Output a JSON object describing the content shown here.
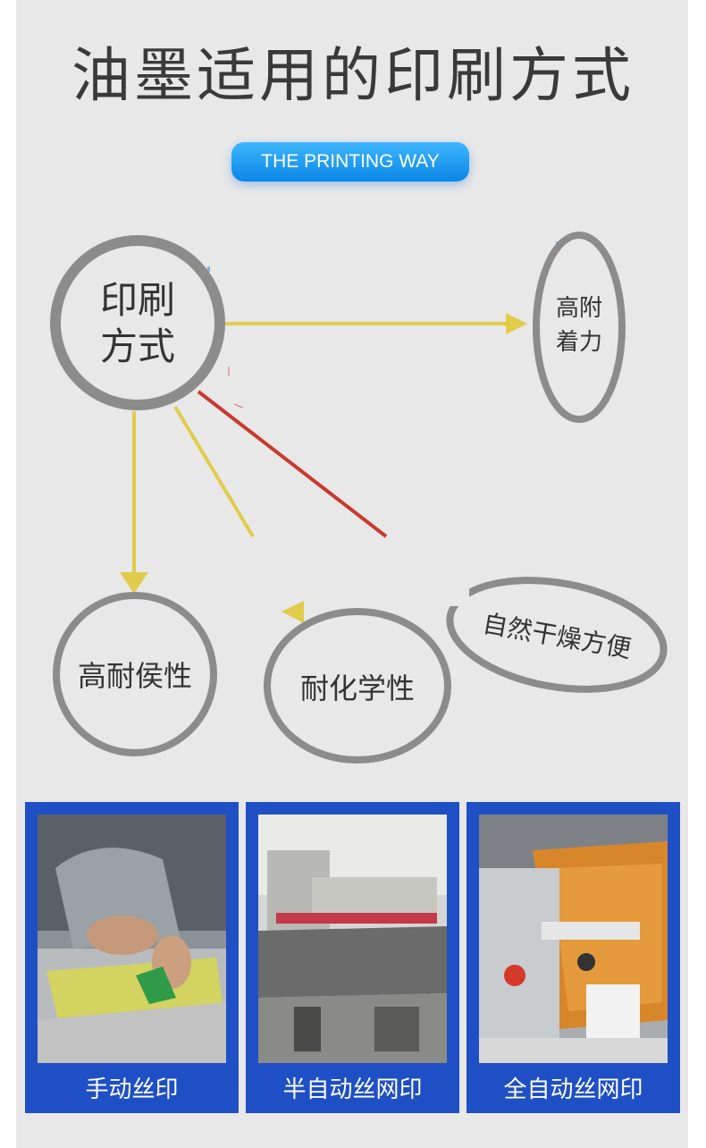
{
  "header": {
    "title": "油墨适用的印刷方式",
    "subtitle": "THE PRINTING WAY"
  },
  "diagram": {
    "center": "印刷方式",
    "center_line1": "印刷",
    "center_line2": "方式",
    "features": [
      {
        "line1": "高附",
        "line2": "着力"
      },
      {
        "label": "高耐侯性"
      },
      {
        "label": "耐化学性"
      },
      {
        "label": "自然干燥方便"
      }
    ]
  },
  "methods": [
    {
      "label": "手动丝印",
      "image": "manual-screen-printing-photo"
    },
    {
      "label": "半自动丝网印",
      "image": "semi-automatic-screen-printer-photo"
    },
    {
      "label": "全自动丝网印",
      "image": "fully-automatic-screen-printer-photo"
    }
  ],
  "colors": {
    "background": "#e8e8e8",
    "circle_stroke": "#8c8c8c",
    "arrow_yellow": "#e0cc4a",
    "arrow_red": "#c83a2e",
    "pill_blue": "#1a97f0",
    "card_blue": "#1f4fc4"
  }
}
